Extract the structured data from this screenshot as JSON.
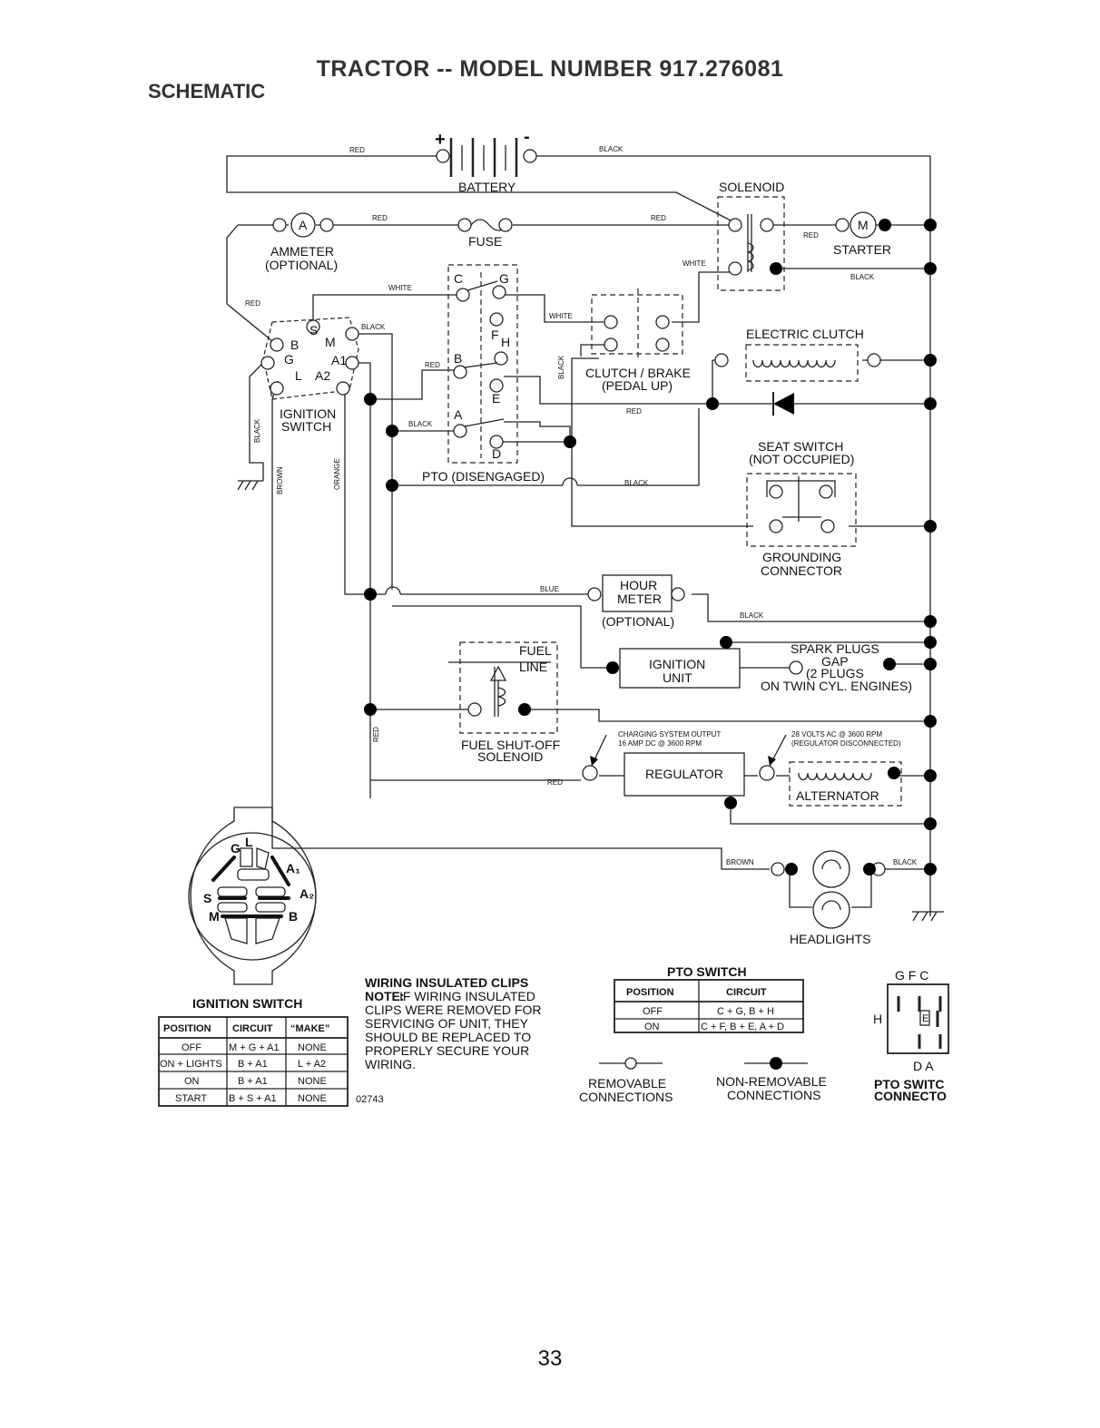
{
  "header": {
    "title": "TRACTOR -- MODEL NUMBER 917.276081",
    "section": "SCHEMATIC"
  },
  "components": {
    "battery": "BATTERY",
    "battery_plus": "+",
    "battery_minus": "-",
    "solenoid": "SOLENOID",
    "ammeter_symbol": "A",
    "ammeter": "AMMETER",
    "ammeter_optional": "(OPTIONAL)",
    "fuse": "FUSE",
    "starter_symbol": "M",
    "starter": "STARTER",
    "electric_clutch": "ELECTRIC CLUTCH",
    "clutch_brake": "CLUTCH / BRAKE",
    "pedal_up": "(PEDAL UP)",
    "seat_switch": "SEAT SWITCH",
    "not_occupied": "(NOT OCCUPIED)",
    "grounding": "GROUNDING",
    "connector": "CONNECTOR",
    "ignition_switch_l1": "IGNITION",
    "ignition_switch_l2": "SWITCH",
    "pto_disengaged": "PTO (DISENGAGED)",
    "hour": "HOUR",
    "meter": "METER",
    "hour_optional": "(OPTIONAL)",
    "fuel": "FUEL",
    "line": "LINE",
    "fuel_shutoff": "FUEL SHUT-OFF",
    "solenoid2": "SOLENOID",
    "ignition_unit_l1": "IGNITION",
    "ignition_unit_l2": "UNIT",
    "spark_plugs": "SPARK PLUGS",
    "gap": "GAP",
    "two_plugs": "(2 PLUGS",
    "twin_cyl": "ON TWIN CYL. ENGINES)",
    "charging_l1": "CHARGING SYSTEM OUTPUT",
    "charging_l2": "16 AMP DC @ 3600 RPM",
    "volts_l1": "28 VOLTS AC @ 3600 RPM",
    "volts_l2": "(REGULATOR DISCONNECTED)",
    "regulator": "REGULATOR",
    "alternator": "ALTERNATOR",
    "headlights": "HEADLIGHTS"
  },
  "switch_terminals": {
    "s": "S",
    "b": "B",
    "m": "M",
    "g": "G",
    "a1": "A1",
    "l": "L",
    "a2": "A2"
  },
  "pto_terminals": {
    "c": "C",
    "g": "G",
    "f": "F",
    "h": "H",
    "b": "B",
    "e": "E",
    "a": "A",
    "d": "D"
  },
  "wire_colors": {
    "red": "RED",
    "black": "BLACK",
    "white": "WHITE",
    "brown": "BROWN",
    "orange": "ORANGE",
    "blue": "BLUE"
  },
  "ignition_diagram": {
    "g": "G",
    "l": "L",
    "a1": "A₁",
    "a2": "A₂",
    "s": "S",
    "m": "M",
    "b": "B"
  },
  "ignition_table": {
    "title": "IGNITION SWITCH",
    "headers": [
      "POSITION",
      "CIRCUIT",
      "“MAKE”"
    ],
    "rows": [
      [
        "OFF",
        "M + G + A1",
        "NONE"
      ],
      [
        "ON + LIGHTS",
        "B + A1",
        "L + A2"
      ],
      [
        "ON",
        "B + A1",
        "NONE"
      ],
      [
        "START",
        "B + S + A1",
        "NONE"
      ]
    ]
  },
  "note": {
    "heading": "WIRING INSULATED CLIPS",
    "label": "NOTE:",
    "line1": "IF WIRING INSULATED",
    "line2": "CLIPS WERE REMOVED FOR",
    "line3": "SERVICING OF UNIT, THEY",
    "line4": "SHOULD BE REPLACED TO",
    "line5": "PROPERLY SECURE YOUR",
    "line6": "WIRING.",
    "code": "02743"
  },
  "pto_table": {
    "title": "PTO SWITCH",
    "headers": [
      "POSITION",
      "CIRCUIT"
    ],
    "rows": [
      [
        "OFF",
        "C + G, B + H"
      ],
      [
        "ON",
        "C + F, B + E, A + D"
      ]
    ]
  },
  "legend": {
    "removable_l1": "REMOVABLE",
    "removable_l2": "CONNECTIONS",
    "nonremovable_l1": "NON-REMOVABLE",
    "nonremovable_l2": "CONNECTIONS"
  },
  "pto_connector": {
    "top": "G F C",
    "h": "H",
    "e": "E",
    "bottom": "D A",
    "label_l1": "PTO SWITC",
    "label_l2": "CONNECTO"
  },
  "page_number": "33"
}
